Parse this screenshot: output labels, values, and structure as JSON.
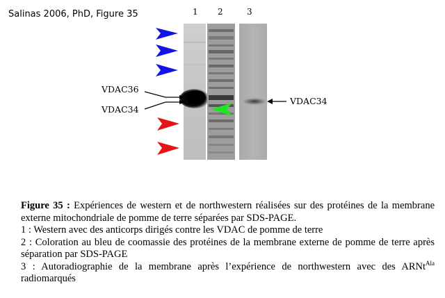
{
  "source_label": "Salinas 2006, PhD, Figure 35",
  "lanes": [
    "1",
    "2",
    "3"
  ],
  "band_labels": {
    "vdac36_left": "VDAC36",
    "vdac34_left": "VDAC34",
    "vdac34_right": "VDAC34"
  },
  "colors": {
    "blue_arrow": "#1414e6",
    "red_arrow": "#e61414",
    "green_arrow": "#1ee61e"
  },
  "caption": {
    "figure_label": "Figure 35 :",
    "main_text": " Expériences de western et de northwestern réalisées sur des protéines de la membrane externe mitochondriale de pomme de terre séparées par SDS-PAGE.",
    "item1": "1 : Western avec des anticorps dirigés contre les VDAC de pomme de terre",
    "item2": "2 : Coloration au bleu de coomassie des protéines de la membrane externe de pomme de terre après séparation par SDS-PAGE",
    "item3_text": "3 : Autoradiographie de la membrane après l’expérience de northwestern avec des ARNt",
    "item3_sup": "Ala",
    "item3_end": "radiomarqués"
  }
}
